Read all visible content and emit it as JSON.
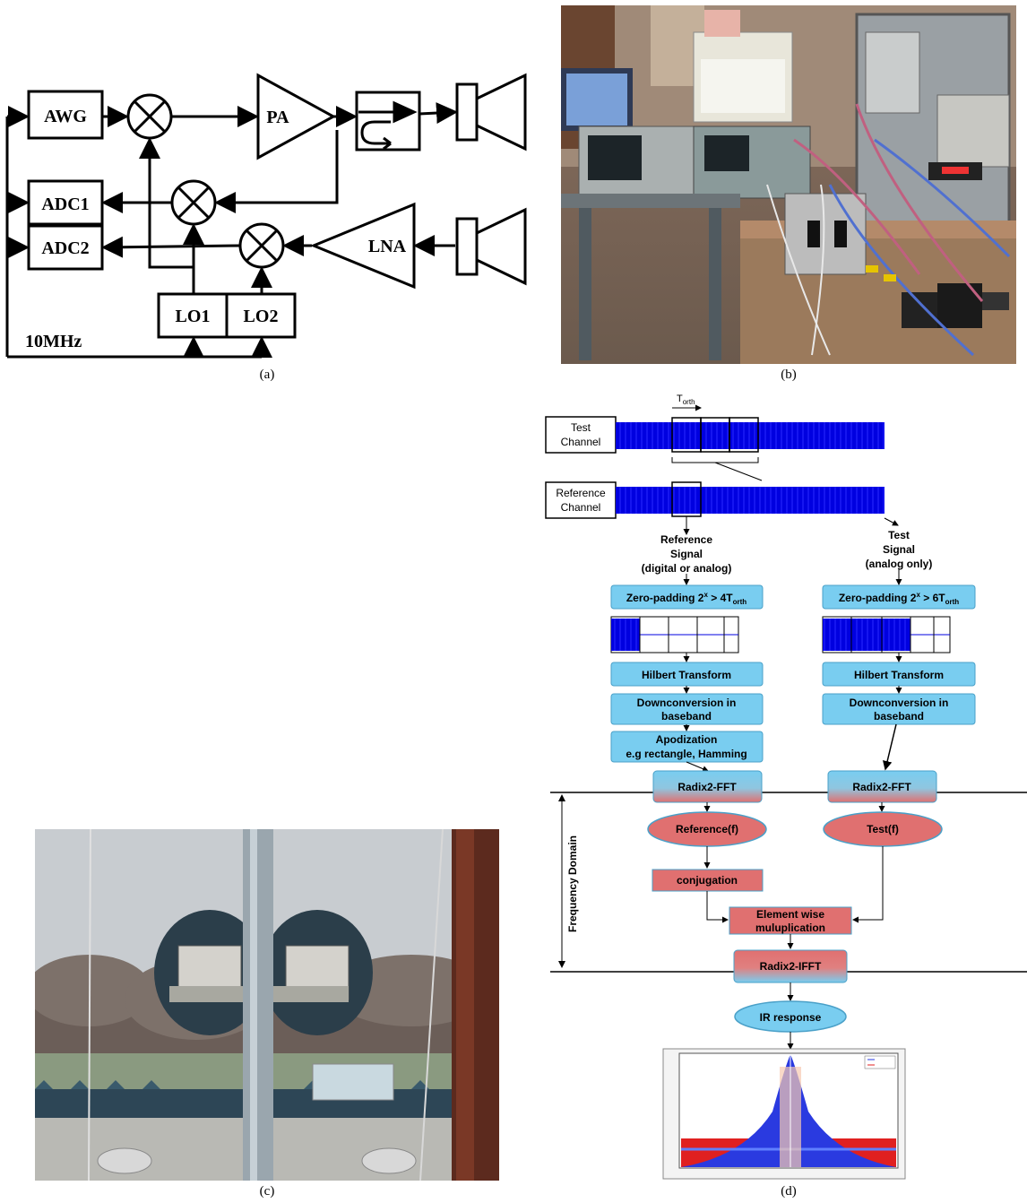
{
  "captions": {
    "a": "(a)",
    "b": "(b)",
    "c": "(c)",
    "d": "(d)"
  },
  "block_diagram": {
    "awg": "AWG",
    "pa": "PA",
    "adc1": "ADC1",
    "adc2": "ADC2",
    "lna": "LNA",
    "lo1": "LO1",
    "lo2": "LO2",
    "ref_clock": "10MHz"
  },
  "flowchart": {
    "test_channel": [
      "Test",
      "Channel"
    ],
    "reference_channel": [
      "Reference",
      "Channel"
    ],
    "torth": "T",
    "torth_sub": "orth",
    "reference_signal": [
      "Reference",
      "Signal",
      "(digital or analog)"
    ],
    "test_signal": [
      "Test",
      "Signal",
      "(analog only)"
    ],
    "zero_pad_left": "Zero-padding 2",
    "zero_pad_left_sup": "x",
    "zero_pad_left_tail": " > 4T",
    "zero_pad_left_sub": "orth",
    "zero_pad_right": "Zero-padding 2",
    "zero_pad_right_sup": "x",
    "zero_pad_right_tail": " > 6T",
    "zero_pad_right_sub": "orth",
    "hilbert_left": "Hilbert Transform",
    "hilbert_right": "Hilbert Transform",
    "downconv_left": [
      "Downconversion in",
      "baseband"
    ],
    "downconv_right": [
      "Downconversion in",
      "baseband"
    ],
    "apodization": [
      "Apodization",
      "e.g  rectangle, Hamming"
    ],
    "fft_left": "Radix2-FFT",
    "fft_right": "Radix2-FFT",
    "reference_f": "Reference(f)",
    "test_f": "Test(f)",
    "conjugation": "conjugation",
    "elementwise": [
      "Element wise",
      "muluplication"
    ],
    "ifft": "Radix2-IFFT",
    "ir_response": "IR response",
    "frequency_domain": "Frequency Domain"
  },
  "colors": {
    "signal_blue": "#0000e0",
    "box_blue": "#79cdf0",
    "box_red": "#e07070"
  }
}
